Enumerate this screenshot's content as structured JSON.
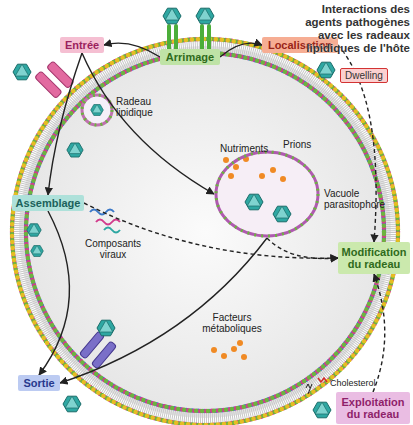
{
  "diagram": {
    "title": "Interactions des agents pathogènes avec les radeaux lipidiques de l'hôte",
    "nodes": [
      {
        "text": [
          "Entrée"
        ]
      },
      {
        "text": [
          "Arrimage"
        ]
      },
      {
        "text": [
          "Localisation"
        ]
      },
      {
        "text": [
          "Dwelling"
        ]
      },
      {
        "text": [
          "Assemblage"
        ]
      },
      {
        "text": [
          "Vacuole parasitophore"
        ]
      },
      {
        "text": [
          "Modification du radeau"
        ]
      },
      {
        "text": [
          "Sortie"
        ]
      },
      {
        "text": [
          "Exploitation du radeau"
        ]
      }
    ],
    "edges": [
      {
        "from": 1,
        "to": 0,
        "arrow": "to"
      },
      {
        "from": 1,
        "to": 2,
        "arrow": "to"
      },
      {
        "from": 0,
        "to": 4,
        "arrow": "to"
      },
      {
        "from": 0,
        "to": 5,
        "arrow": "to"
      },
      {
        "from": 2,
        "to": 6,
        "arrow": "to"
      },
      {
        "from": 5,
        "to": 6,
        "arrow": "to"
      },
      {
        "from": 4,
        "to": 6,
        "arrow": "to"
      },
      {
        "from": 8,
        "to": 6,
        "arrow": "to"
      },
      {
        "from": 4,
        "to": 7,
        "arrow": "to"
      },
      {
        "from": 5,
        "to": 7,
        "arrow": "to"
      }
    ],
    "labels": [
      "Radeau lipidique",
      "Nutriments",
      "Prions",
      "Composants viraux",
      "Facteurs métaboliques",
      "Cholesterol"
    ]
  }
}
